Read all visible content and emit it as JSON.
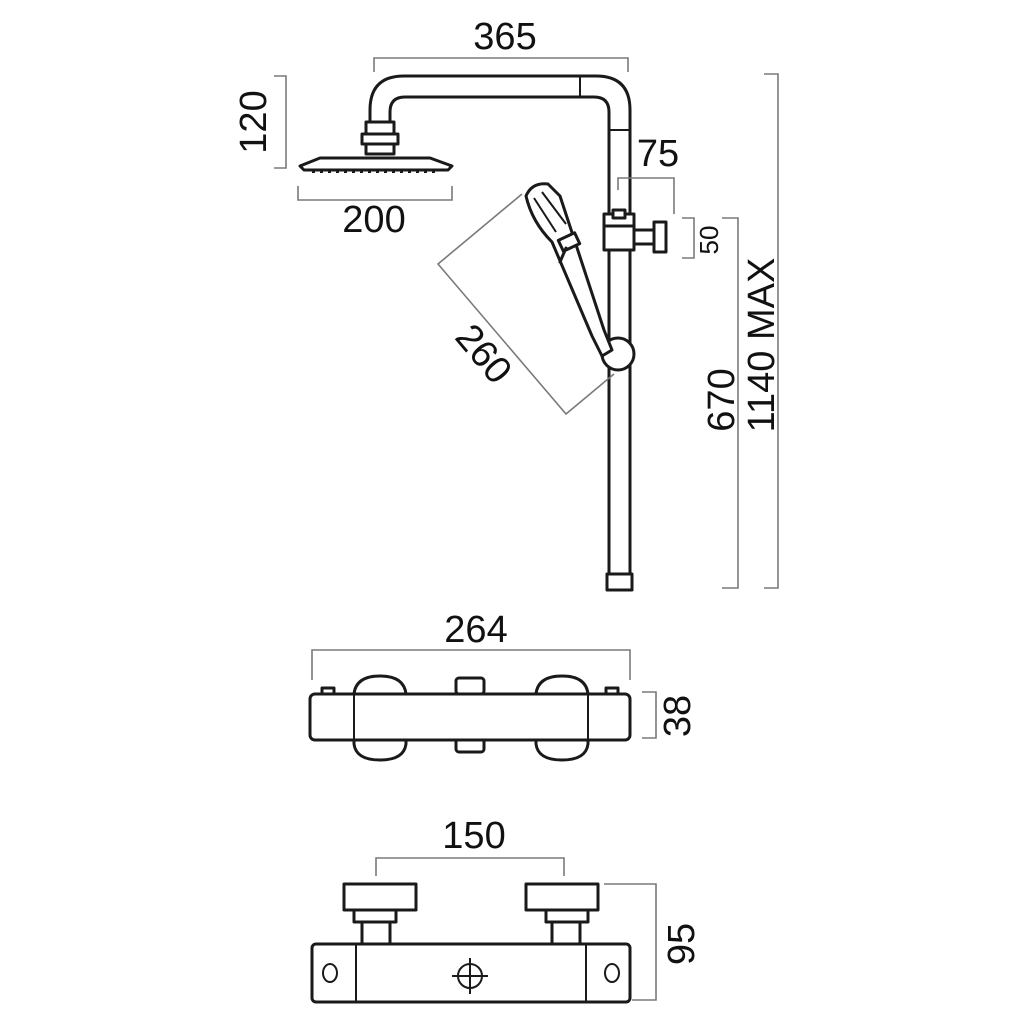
{
  "dimensions": {
    "arm_span": "365",
    "head_height": "120",
    "head_width": "200",
    "diverter_offset": "75",
    "valve_height": "50",
    "handshower_length": "260",
    "lower_height": "670",
    "overall_height": "1140 MAX",
    "mixer_length": "264",
    "mixer_depth": "38",
    "inlet_centres": "150",
    "mixer_height": "95"
  }
}
